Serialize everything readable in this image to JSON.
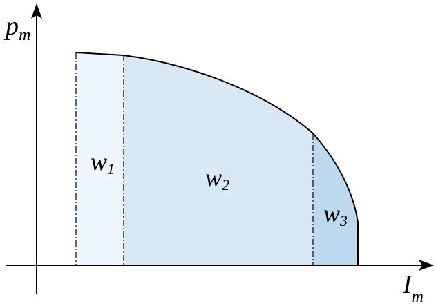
{
  "axes": {
    "y": {
      "symbol": "p",
      "subscript": "m"
    },
    "x": {
      "symbol": "I",
      "subscript": "m"
    }
  },
  "regions": [
    {
      "symbol": "w",
      "subscript": "1",
      "color": "#eef5fc"
    },
    {
      "symbol": "w",
      "subscript": "2",
      "color": "#d9e8f5"
    },
    {
      "symbol": "w",
      "subscript": "3",
      "color": "#bcd9ef"
    }
  ],
  "colors": {
    "axis": "#000000",
    "curve": "#000000",
    "divider": "#000000"
  }
}
